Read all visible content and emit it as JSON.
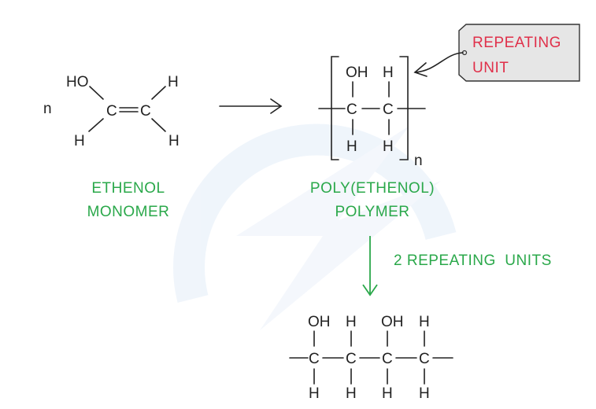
{
  "colors": {
    "label_green": "#2aa84a",
    "tag_red": "#e0304a",
    "tag_fill": "#e6e6e6",
    "bond": "#222222",
    "watermark": "#eef4fb"
  },
  "monomer": {
    "coefficient": "n",
    "atoms": {
      "ho": "HO",
      "h_top_right": "H",
      "c1": "C",
      "c2": "C",
      "h_bottom_left": "H",
      "h_bottom_right": "H"
    },
    "label_line1": "ETHENOL",
    "label_line2": "MONOMER"
  },
  "polymer": {
    "atoms": {
      "oh": "OH",
      "h_top": "H",
      "c1": "C",
      "c2": "C",
      "h_bottom1": "H",
      "h_bottom2": "H"
    },
    "subscript": "n",
    "label_line1": "POLY(ETHENOL)",
    "label_line2": "POLYMER"
  },
  "tag": {
    "line1": "REPEATING",
    "line2": "UNIT"
  },
  "step_label": "2 REPEATING  UNITS",
  "chain": {
    "top": [
      "OH",
      "H",
      "OH",
      "H"
    ],
    "carbons": [
      "C",
      "C",
      "C",
      "C"
    ],
    "bottom": [
      "H",
      "H",
      "H",
      "H"
    ]
  }
}
